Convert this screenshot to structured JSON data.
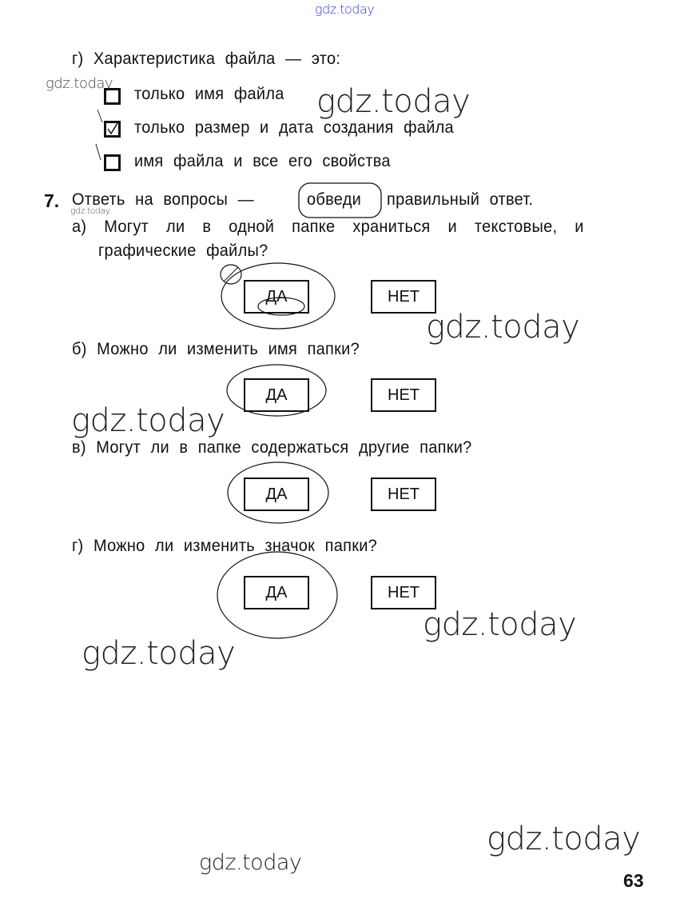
{
  "watermark": "gdz.today",
  "section_g": {
    "question": "г) Характеристика файла — это:",
    "options": [
      {
        "label": "только имя файла",
        "checked": false
      },
      {
        "label": "только размер и дата создания файла",
        "checked": true
      },
      {
        "label": "имя файла и все его свойства",
        "checked": false
      }
    ]
  },
  "task7": {
    "number": "7.",
    "instruction_before": "Ответь на вопросы —",
    "instruction_boxed": "обведи",
    "instruction_after": "правильный ответ.",
    "questions": [
      {
        "line1": "а) Могут ли в одной папке храниться и текстовые, и",
        "line2": "графические файлы?",
        "yes": "ДА",
        "no": "НЕТ",
        "circled": "ДА"
      },
      {
        "line1": "б) Можно ли изменить имя папки?",
        "yes": "ДА",
        "no": "НЕТ",
        "circled": "ДА"
      },
      {
        "line1": "в) Могут ли в папке содержаться другие папки?",
        "yes": "ДА",
        "no": "НЕТ",
        "circled": "ДА"
      },
      {
        "line1": "г) Можно ли изменить значок папки?",
        "yes": "ДА",
        "no": "НЕТ",
        "circled": "ДА"
      }
    ]
  },
  "page_number": "63"
}
